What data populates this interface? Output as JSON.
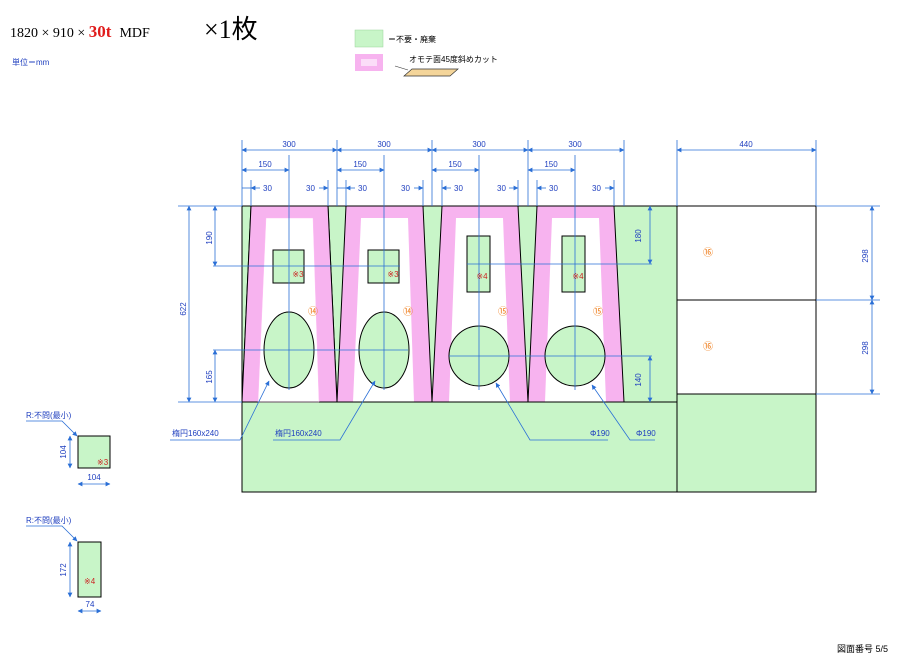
{
  "header": {
    "spec_dims": "1820 × 910 × ",
    "spec_thickness": "30t",
    "spec_material": "MDF",
    "count": "×1枚",
    "unit": "単位＝mm"
  },
  "legend": {
    "waste_label": "＝不要・廃棄",
    "bevel_label": "オモテ面45度斜めカット"
  },
  "colors": {
    "waste": "#c8f5c8",
    "bevel": "#f7b3ef",
    "dimension": "#2a6fd6",
    "note_red": "#cc2222",
    "part_number": "#ee7a16"
  },
  "dimensions": {
    "panel_width": "300",
    "half_width": "150",
    "inset": "30",
    "right_block_width": "440",
    "total_height": "622",
    "top_offset": "190",
    "bottom_offset_ellipse": "165",
    "right_top_offset": "180",
    "right_bottom_offset": "140",
    "block_height": "298"
  },
  "parts": {
    "part14": "⑭",
    "part15": "⑮",
    "part16": "⑯",
    "hole_mark_3": "※3",
    "hole_mark_4": "※4",
    "ellipse_label": "楕円160x240",
    "circle_label": "Φ190"
  },
  "details": {
    "detail1": {
      "radius_note": "R:不問(最小)",
      "height": "104",
      "width": "104",
      "mark": "※3"
    },
    "detail2": {
      "radius_note": "R:不問(最小)",
      "height": "172",
      "width": "74",
      "mark": "※4"
    }
  },
  "footer": {
    "drawing_number": "図面番号 5/5"
  }
}
